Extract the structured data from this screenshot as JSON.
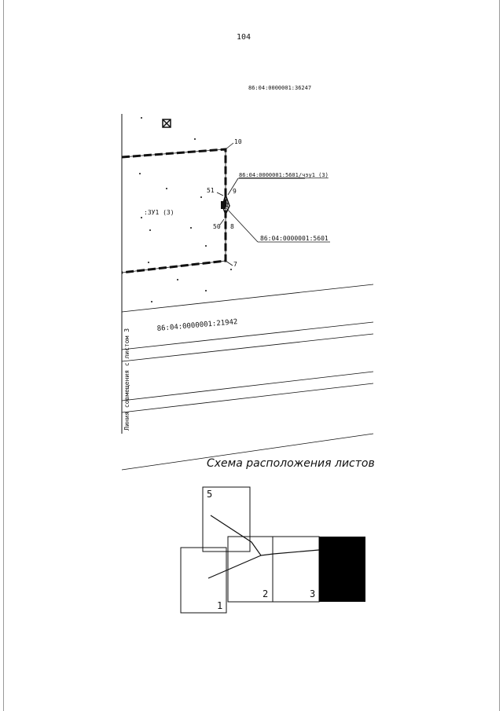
{
  "page_number": "104",
  "parcel_header": "86:04:0000001:36247",
  "plan": {
    "zone_label": ":ЗУ1 (3)",
    "part_label": "86:04:0000001:5601/чзу1 (3)",
    "parcel_label": "86:04:0000001:5601",
    "neighbor_label": "86:04:0000001:21942",
    "alignment_line_label": "Линия совмещения с листом 3",
    "points": [
      "10",
      "9",
      "51",
      "1",
      "8",
      "50",
      "7"
    ],
    "legend_symbol_icon": "crossed-square-icon"
  },
  "scheme": {
    "title": "Схема расположения листов",
    "sheets": [
      "5",
      "1",
      "2",
      "3"
    ],
    "current_sheet_fill": "#000000"
  }
}
